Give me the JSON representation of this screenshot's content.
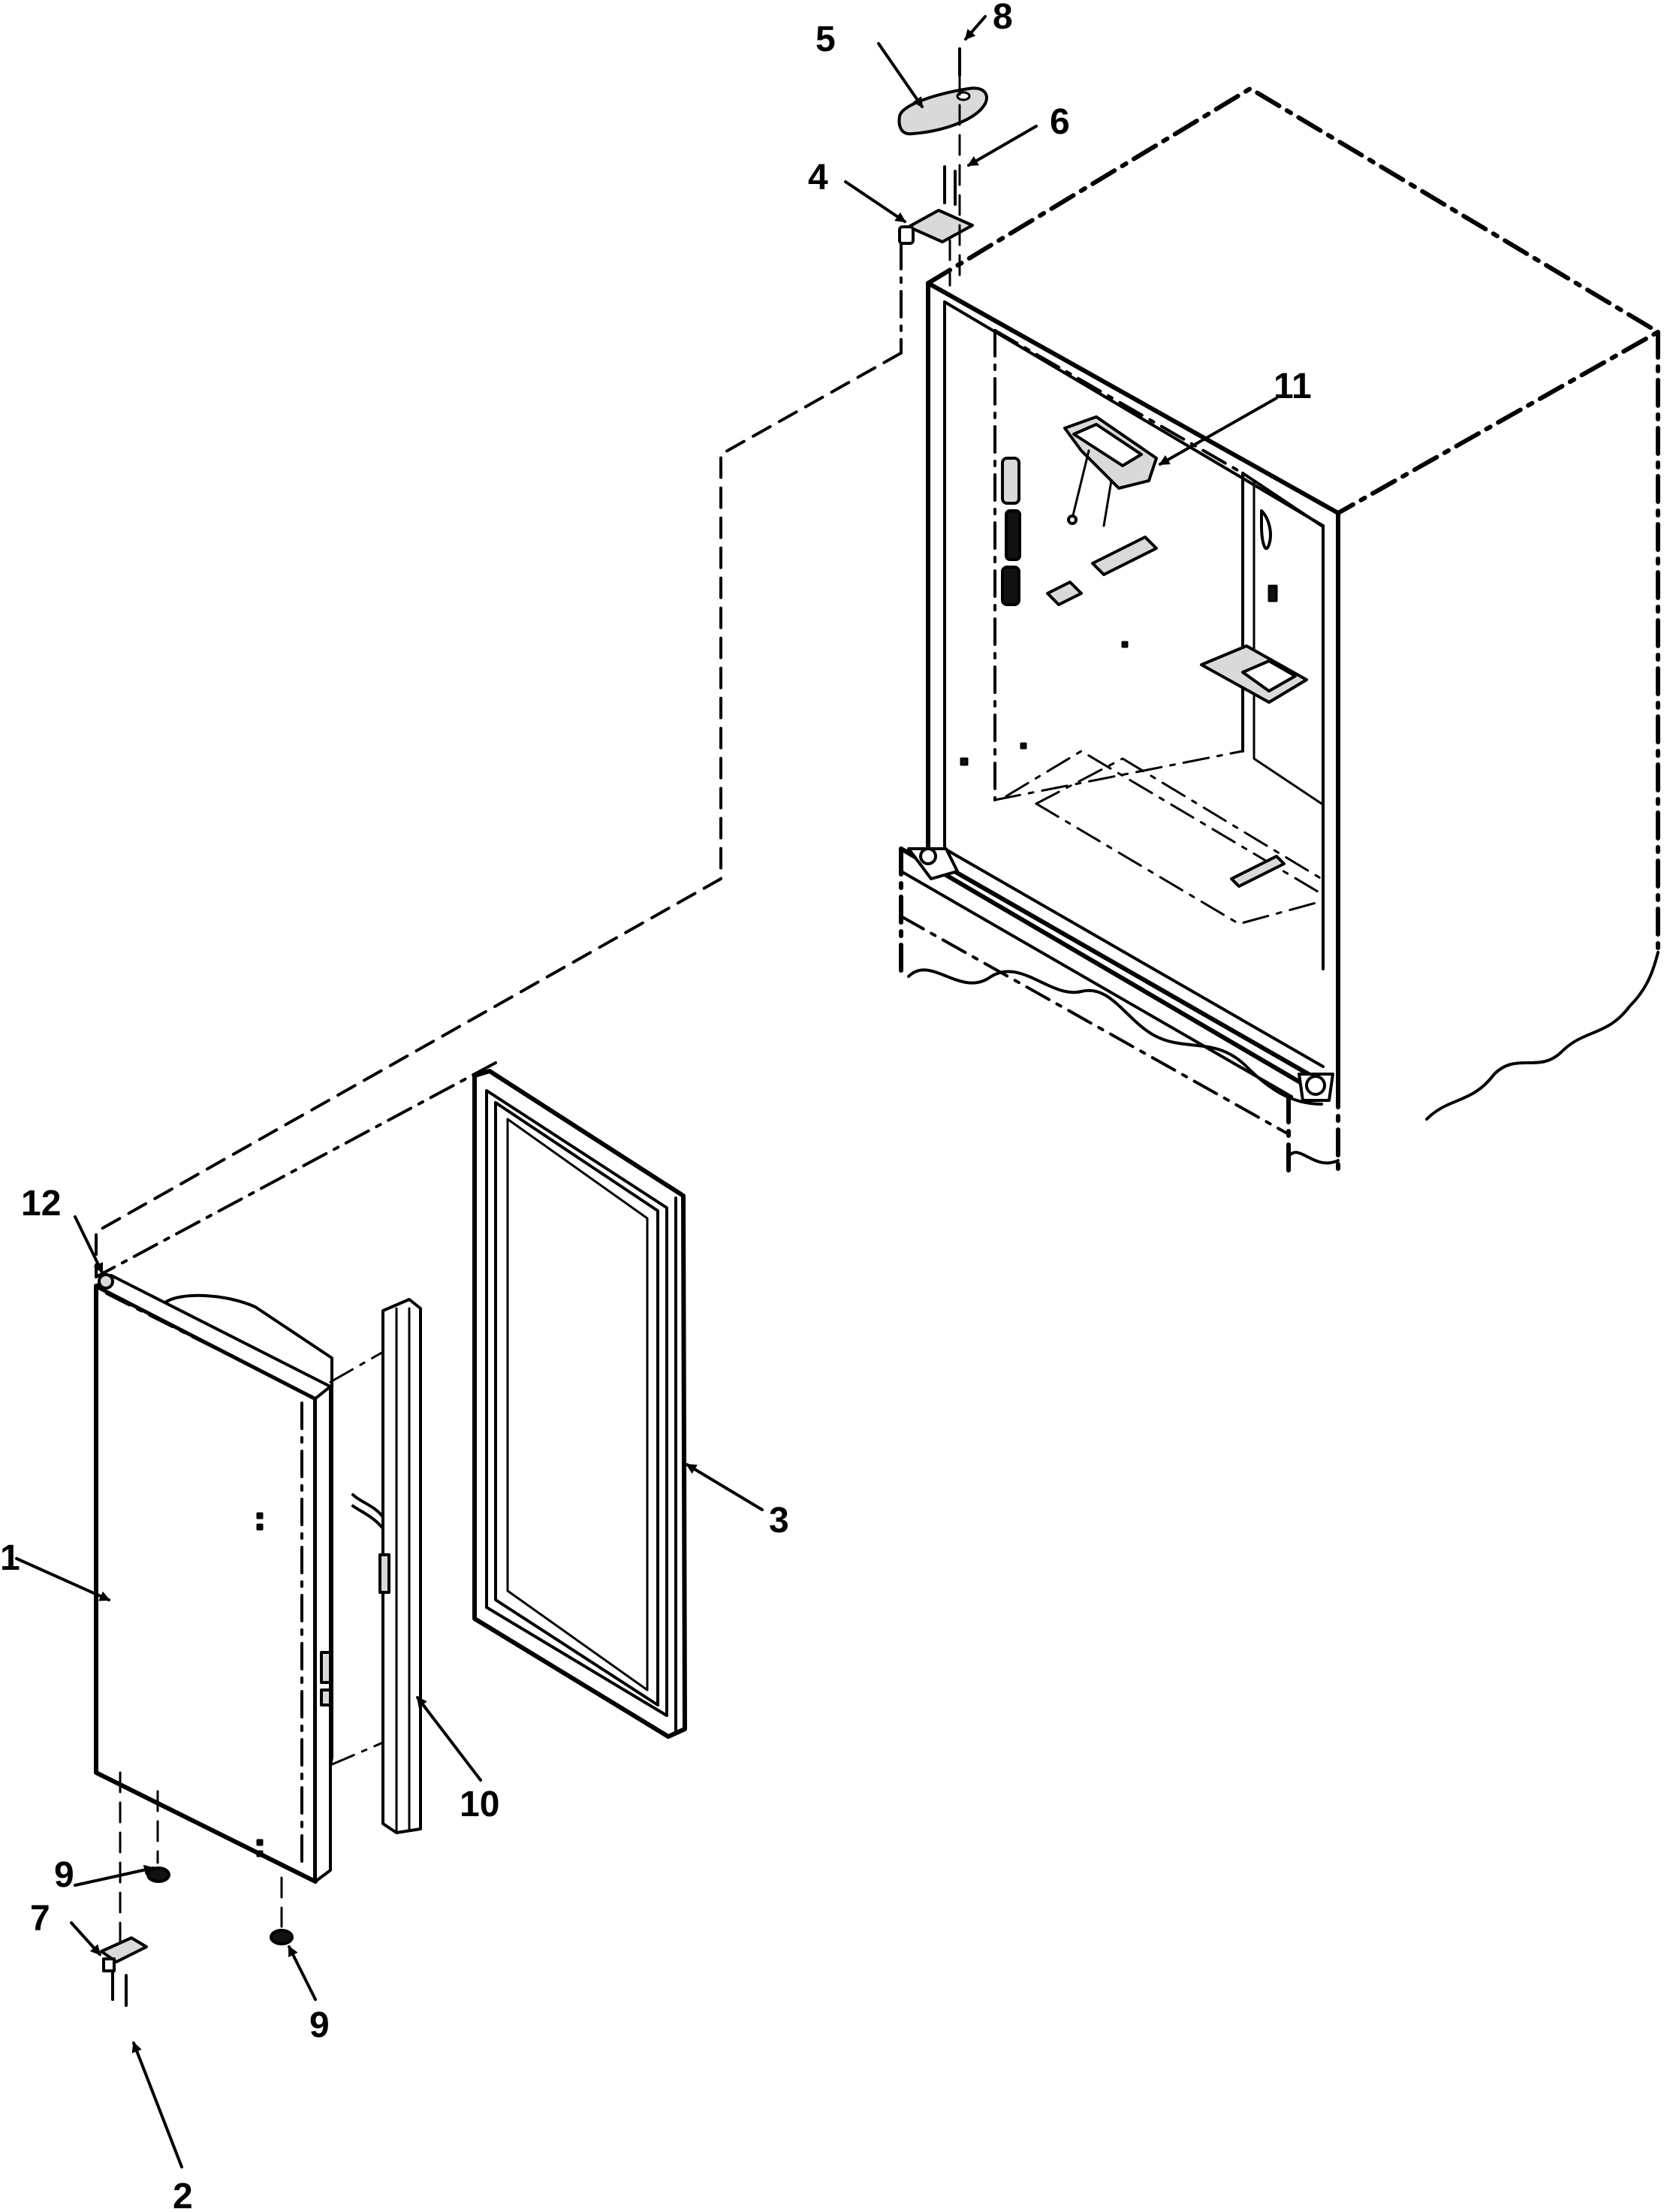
{
  "callouts": {
    "c1": "1",
    "c2": "2",
    "c3": "3",
    "c4": "4",
    "c5": "5",
    "c6": "6",
    "c7": "7",
    "c8": "8",
    "c9a": "9",
    "c9b": "9",
    "c10": "10",
    "c11": "11",
    "c12": "12"
  },
  "colors": {
    "line": "#000000",
    "background": "#ffffff"
  }
}
